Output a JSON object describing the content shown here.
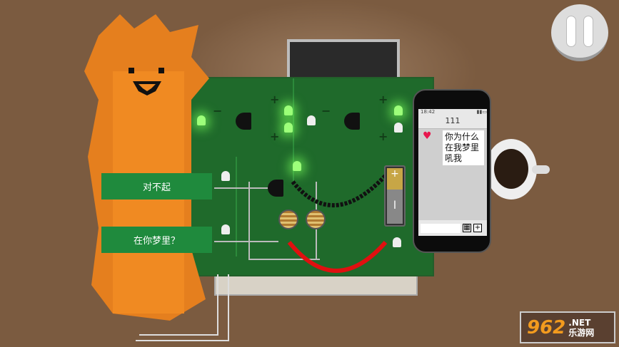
{
  "choices": [
    "对不起",
    "在你梦里？"
  ],
  "phone": {
    "time": "18:42",
    "contact": "111",
    "message": "你为什么在我梦里吼我"
  },
  "battery": {
    "plus": "+",
    "minus": "I"
  },
  "board_signs": {
    "plus": "+",
    "minus": "−"
  },
  "watermark": {
    "number": "962",
    "domain": ".NET",
    "name": "乐游网"
  },
  "colors": {
    "background": "#7b5b40",
    "board": "#1f6a2b",
    "choice_button": "#1f8a3d",
    "led_on": "#9dff7a"
  }
}
